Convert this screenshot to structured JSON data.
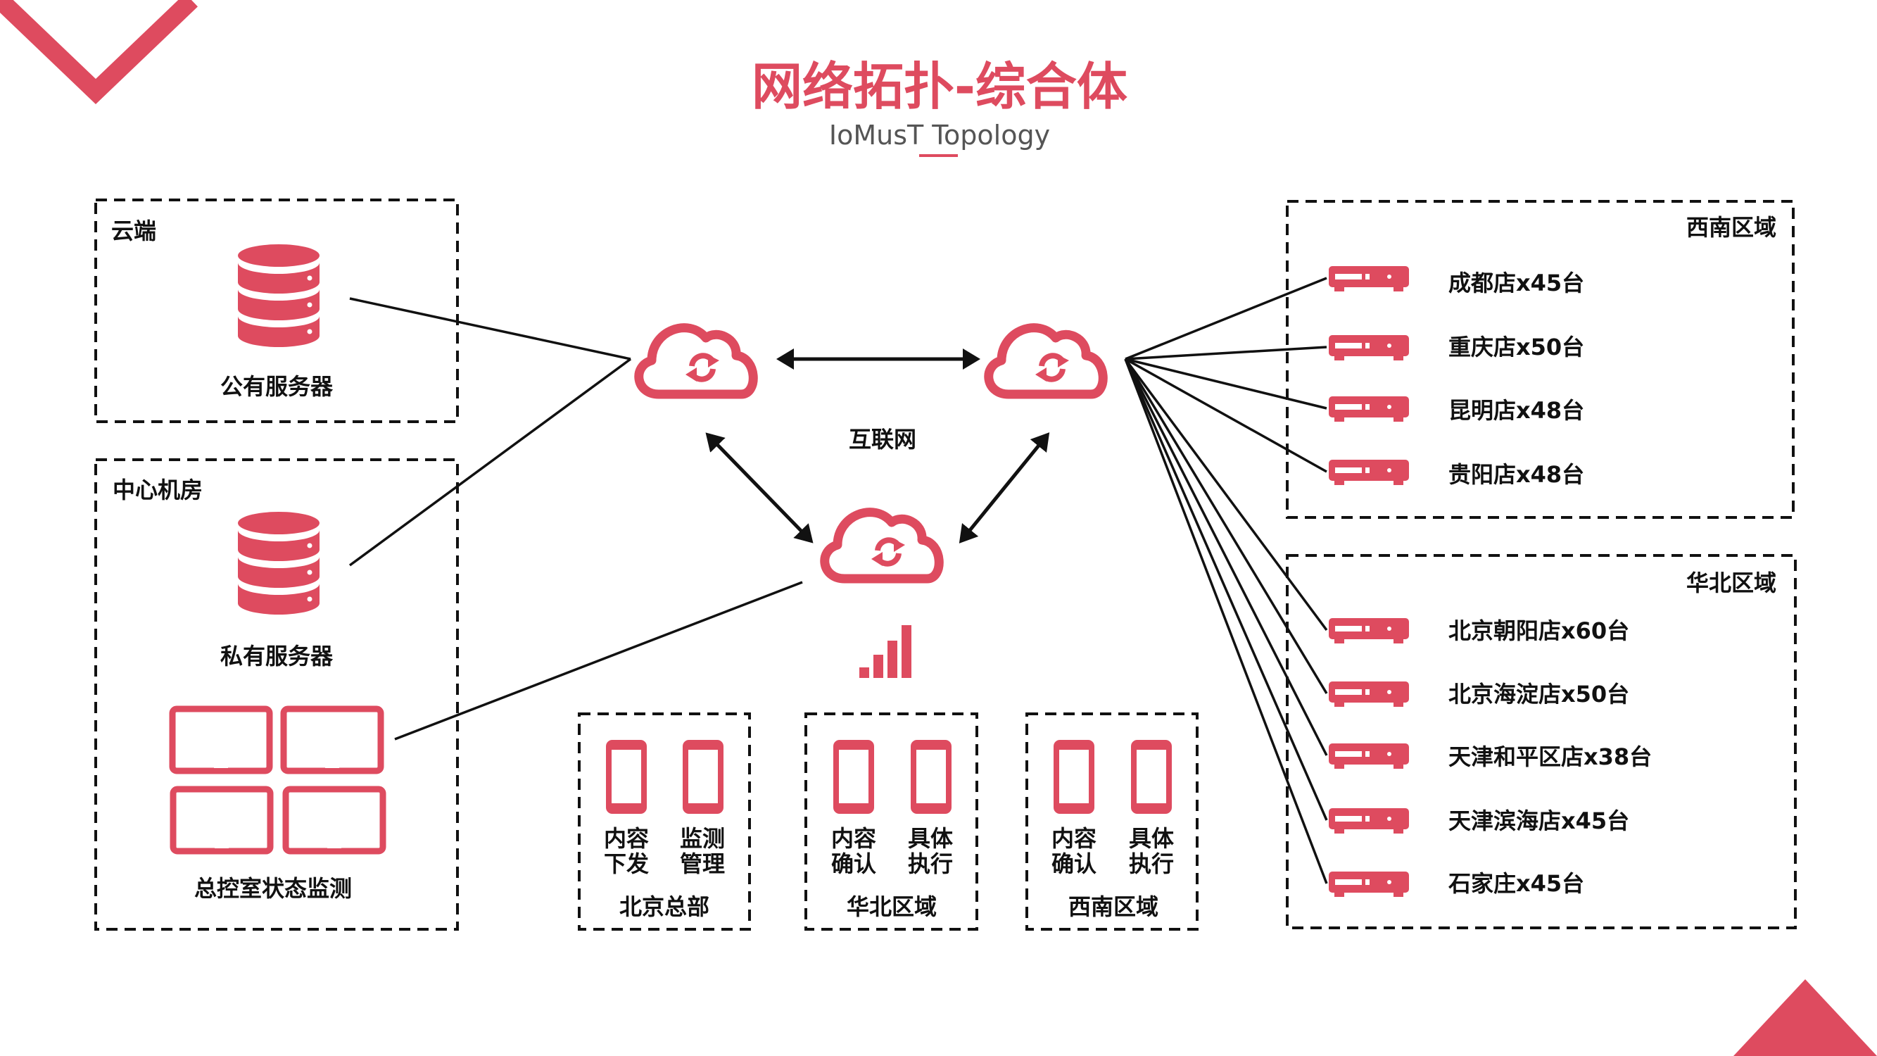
{
  "header": {
    "title": "网络拓扑-综合体",
    "subtitle": "IoMusT Topology"
  },
  "colors": {
    "accent": "#de4b5f",
    "text": "#111111",
    "subtitle": "#555555"
  },
  "cloud_zone": {
    "label": "云端",
    "server_label": "公有服务器"
  },
  "datacenter": {
    "label": "中心机房",
    "server_label": "私有服务器",
    "monitor_label": "总控室状态监测"
  },
  "internet": {
    "label": "互联网"
  },
  "southwest": {
    "label": "西南区域",
    "stores": [
      "成都店x45台",
      "重庆店x50台",
      "昆明店x48台",
      "贵阳店x48台"
    ]
  },
  "north": {
    "label": "华北区域",
    "stores": [
      "北京朝阳店x60台",
      "北京海淀店x50台",
      "天津和平区店x38台",
      "天津滨海店x45台",
      "石家庄x45台"
    ]
  },
  "mobile_groups": [
    {
      "label": "北京总部",
      "devices": [
        [
          "内容",
          "下发"
        ],
        [
          "监测",
          "管理"
        ]
      ]
    },
    {
      "label": "华北区域",
      "devices": [
        [
          "内容",
          "确认"
        ],
        [
          "具体",
          "执行"
        ]
      ]
    },
    {
      "label": "西南区域",
      "devices": [
        [
          "内容",
          "确认"
        ],
        [
          "具体",
          "执行"
        ]
      ]
    }
  ]
}
